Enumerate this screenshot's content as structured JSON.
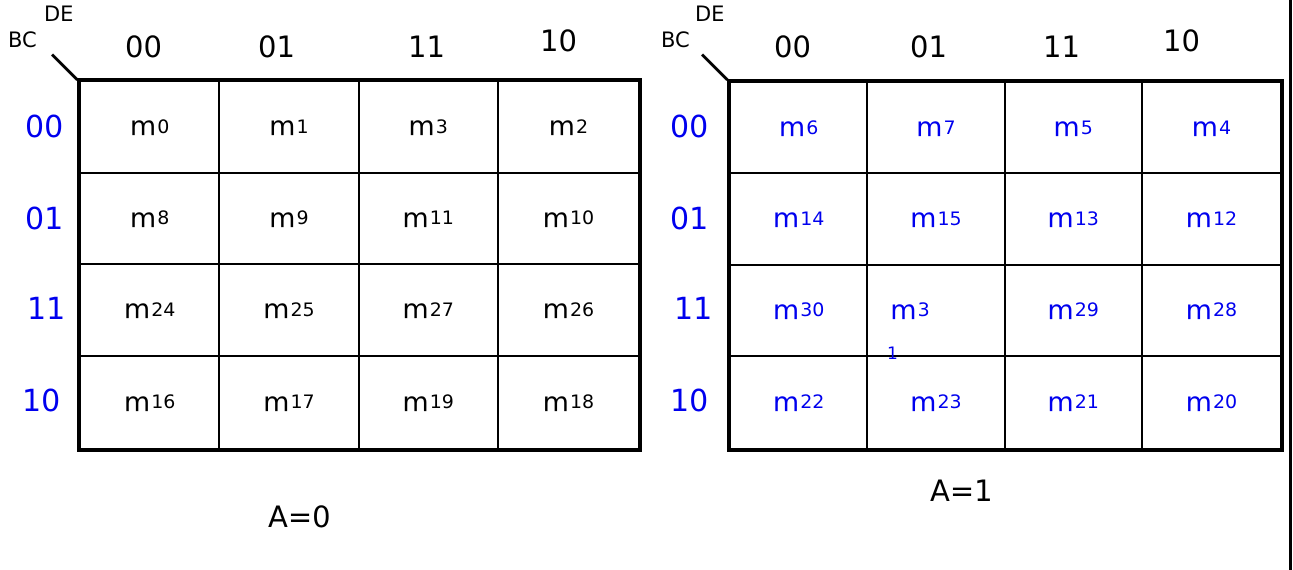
{
  "axes": {
    "column_var": "DE",
    "row_var": "BC"
  },
  "column_labels": [
    "00",
    "01",
    "11",
    "10"
  ],
  "row_labels": [
    "00",
    "01",
    "11",
    "10"
  ],
  "maps": [
    {
      "caption": "A=0",
      "cells": [
        [
          {
            "m": "m",
            "s": "0"
          },
          {
            "m": "m",
            "s": "1"
          },
          {
            "m": "m",
            "s": "3"
          },
          {
            "m": "m",
            "s": "2"
          }
        ],
        [
          {
            "m": "m",
            "s": "8"
          },
          {
            "m": "m",
            "s": "9"
          },
          {
            "m": "m",
            "s": "11"
          },
          {
            "m": "m",
            "s": "10"
          }
        ],
        [
          {
            "m": "m",
            "s": "24"
          },
          {
            "m": "m",
            "s": "25"
          },
          {
            "m": "m",
            "s": "27"
          },
          {
            "m": "m",
            "s": "26"
          }
        ],
        [
          {
            "m": "m",
            "s": "16"
          },
          {
            "m": "m",
            "s": "17"
          },
          {
            "m": "m",
            "s": "19"
          },
          {
            "m": "m",
            "s": "18"
          }
        ]
      ]
    },
    {
      "caption": "A=1",
      "cells": [
        [
          {
            "m": "m",
            "s": "6"
          },
          {
            "m": "m",
            "s": "7"
          },
          {
            "m": "m",
            "s": "5"
          },
          {
            "m": "m",
            "s": "4"
          }
        ],
        [
          {
            "m": "m",
            "s": "14"
          },
          {
            "m": "m",
            "s": "15"
          },
          {
            "m": "m",
            "s": "13"
          },
          {
            "m": "m",
            "s": "12"
          }
        ],
        [
          {
            "m": "m",
            "s": "30"
          },
          {
            "m": "m",
            "s": "3"
          },
          {
            "m": "m",
            "s": "29"
          },
          {
            "m": "m",
            "s": "28"
          }
        ],
        [
          {
            "m": "m",
            "s": "22"
          },
          {
            "m": "m",
            "s": "23"
          },
          {
            "m": "m",
            "s": "21"
          },
          {
            "m": "m",
            "s": "20"
          }
        ]
      ],
      "wrapped_subscript_overflow": "1"
    }
  ],
  "colors": {
    "ink": "#000000",
    "label_blue": "#0000ee"
  }
}
